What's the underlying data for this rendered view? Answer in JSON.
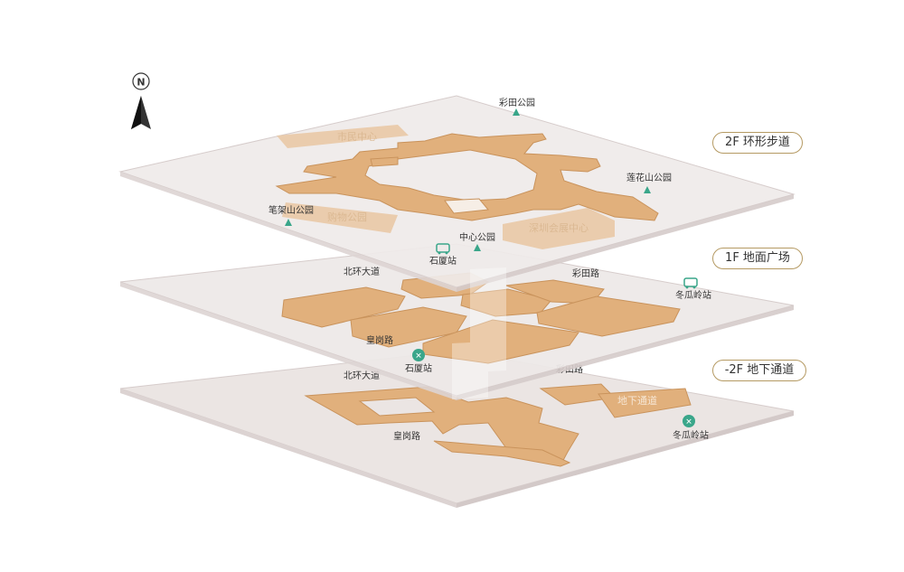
{
  "compass": {
    "letter": "N"
  },
  "floors": [
    {
      "id": "2f",
      "label": "2F 环形步道"
    },
    {
      "id": "1f",
      "label": "1F 地面广场"
    },
    {
      "id": "b2f",
      "label": "-2F 地下通道"
    }
  ],
  "level_2f": {
    "parks": [
      "彩田公园",
      "莲花山公园",
      "笔架山公园",
      "中心公园"
    ],
    "bus_stop": "石厦站",
    "block_texts": [
      "市民中心",
      "购物公园",
      "深圳会展中心"
    ]
  },
  "level_1f": {
    "roads": [
      "北环大道",
      "彩田路",
      "皇岗路"
    ],
    "bus_stop": "冬瓜岭站",
    "metro": "石厦站"
  },
  "level_b2f": {
    "roads": [
      "北环大道",
      "皇岗路",
      "彩田路"
    ],
    "metro": "冬瓜岭站",
    "block_text": "地下通道"
  },
  "colors": {
    "plane_top": "#f1ecea",
    "plane_mid": "#ece7e6",
    "plane_bottom": "#e8e2e1",
    "plane_edge": "#d6cccb",
    "block": "#e1b07c",
    "block_edge": "#c9935c",
    "marker": "#3aa68a",
    "label_border": "#b59a63"
  }
}
